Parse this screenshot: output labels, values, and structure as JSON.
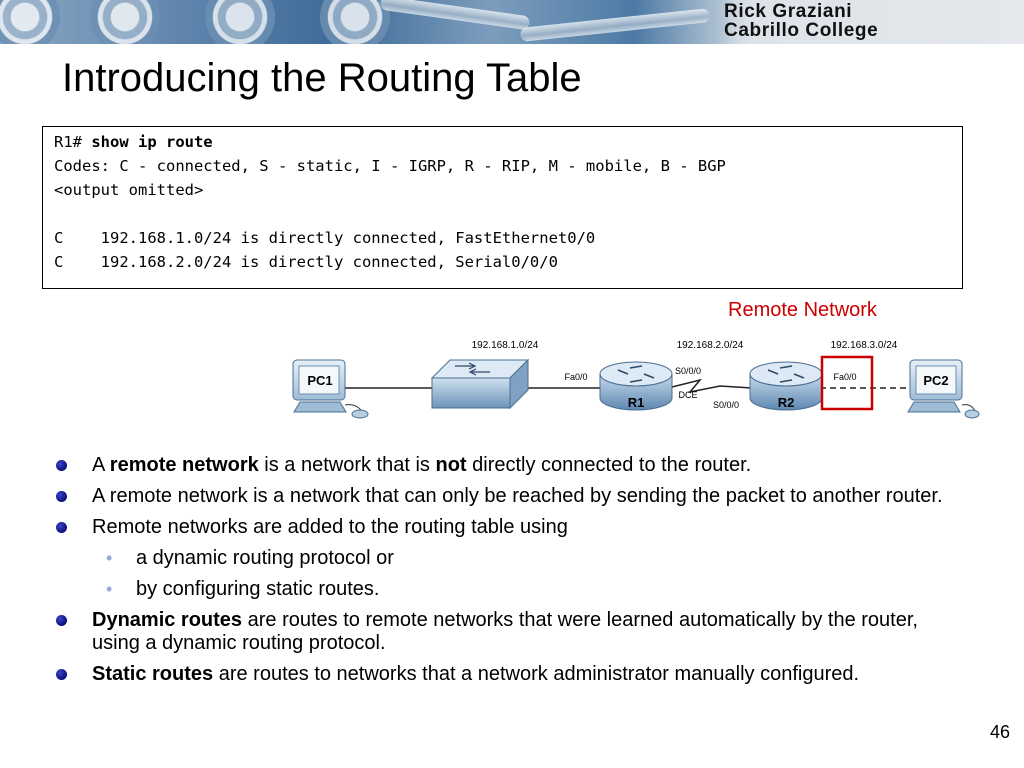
{
  "banner": {
    "line1": "Rick Graziani",
    "line2": "Cabrillo College"
  },
  "title": "Introducing the Routing Table",
  "console": {
    "prompt": "R1# ",
    "command": "show ip route",
    "codes": "Codes: C - connected, S - static, I - IGRP, R - RIP, M - mobile, B - BGP",
    "omitted": "<output omitted>",
    "routes": [
      "C    192.168.1.0/24 is directly connected, FastEthernet0/0",
      "C    192.168.2.0/24 is directly connected, Serial0/0/0"
    ]
  },
  "diagram": {
    "remote_label": "Remote Network",
    "net1": "192.168.1.0/24",
    "net2": "192.168.2.0/24",
    "net3": "192.168.3.0/24",
    "pc1": "PC1",
    "pc2": "PC2",
    "r1": "R1",
    "r2": "R2",
    "r1_fa": "Fa0/0",
    "r1_s": "S0/0/0",
    "dce": "DCE",
    "r2_s": "S0/0/0",
    "r2_fa": "Fa0/0",
    "highlight_color": "#cc0000"
  },
  "bullets": {
    "b1": {
      "pre": "A ",
      "strong1": "remote network",
      "mid": " is a network that is ",
      "strong2": "not",
      "post": " directly connected to the router."
    },
    "b2": "A remote network is a network that can only be reached by sending the packet to another router.",
    "b3": "Remote networks are added to the routing table using",
    "sub": [
      "a dynamic routing protocol or",
      "by configuring static routes."
    ],
    "b4": {
      "strong": "Dynamic routes",
      "rest": " are routes to remote networks that were learned automatically by the router, using a dynamic routing protocol."
    },
    "b5": {
      "strong": "Static routes",
      "rest": " are routes to networks that a network administrator manually configured."
    }
  },
  "page_number": "46"
}
